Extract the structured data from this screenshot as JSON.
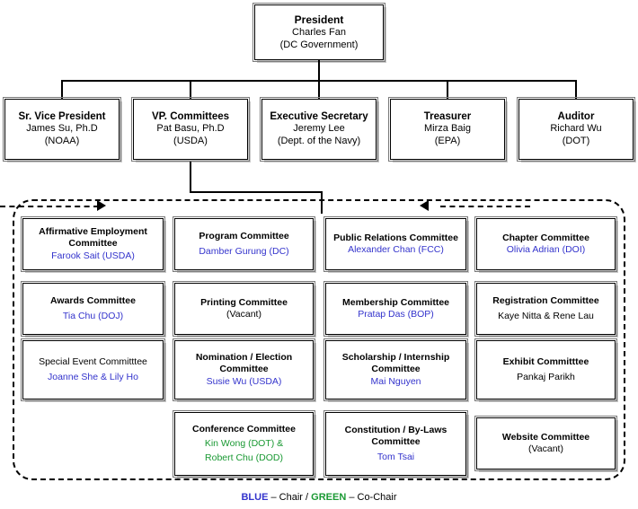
{
  "president": {
    "title": "President",
    "name": "Charles Fan",
    "org": "(DC Government)"
  },
  "officers": [
    {
      "title": "Sr. Vice President",
      "name": "James Su, Ph.D",
      "org": "(NOAA)"
    },
    {
      "title": "VP. Committees",
      "name": "Pat Basu, Ph.D",
      "org": "(USDA)"
    },
    {
      "title": "Executive Secretary",
      "name": "Jeremy Lee",
      "org": "(Dept. of the Navy)"
    },
    {
      "title": "Treasurer",
      "name": "Mirza Baig",
      "org": "(EPA)"
    },
    {
      "title": "Auditor",
      "name": "Richard Wu",
      "org": "(DOT)"
    }
  ],
  "committees": {
    "r1c1": {
      "title_line1": "Affirmative Employment",
      "title_line2": "Committee",
      "person": "Farook Sait (USDA)",
      "role": "chair"
    },
    "r1c2": {
      "title_line1": "Program Committee",
      "title_line2": "",
      "person": "Damber Gurung (DC)",
      "role": "chair"
    },
    "r1c3": {
      "title_line1": "Public Relations Committee",
      "title_line2": "",
      "person": "Alexander Chan (FCC)",
      "role": "chair"
    },
    "r1c4": {
      "title_line1": "Chapter Committee",
      "title_line2": "",
      "person": "Olivia Adrian (DOI)",
      "role": "chair"
    },
    "r2c1": {
      "title_line1": "Awards Committee",
      "title_line2": "",
      "person": "Tia Chu (DOJ)",
      "role": "chair"
    },
    "r2c2": {
      "title_line1": "Printing Committee",
      "title_line2": "",
      "person": "(Vacant)",
      "role": "none"
    },
    "r2c3": {
      "title_line1": "Membership Committee",
      "title_line2": "",
      "person": "Pratap Das (BOP)",
      "role": "chair"
    },
    "r2c4": {
      "title_line1": "Registration Committee",
      "title_line2": "",
      "person": "Kaye Nitta & Rene Lau",
      "role": "none"
    },
    "r3c1": {
      "title_line1": "Special Event Committtee",
      "title_line2": "",
      "person": "Joanne She & Lily Ho",
      "role": "chair"
    },
    "r3c2": {
      "title_line1": "Nomination / Election",
      "title_line2": "Committee",
      "person": "Susie Wu (USDA)",
      "role": "chair"
    },
    "r3c3": {
      "title_line1": "Scholarship / Internship",
      "title_line2": "Committee",
      "person": "Mai Nguyen",
      "role": "chair"
    },
    "r3c4": {
      "title_line1": "Exhibit Committtee",
      "title_line2": "",
      "person": "Pankaj Parikh",
      "role": "none"
    },
    "r4c2": {
      "title_line1": "Conference Committee",
      "title_line2": "",
      "person": "Kin Wong (DOT) &",
      "person2": "Robert Chu (DOD)",
      "role": "cochair"
    },
    "r4c3": {
      "title_line1": "Constitution / By-Laws",
      "title_line2": "Committee",
      "person": "Tom Tsai",
      "role": "chair"
    },
    "r4c4": {
      "title_line1": "Website Committee",
      "title_line2": "",
      "person": "(Vacant)",
      "role": "none"
    }
  },
  "legend": {
    "blue_label": "BLUE",
    "blue_text": " – Chair",
    "separator": "/",
    "green_label": "GREEN",
    "green_text": " – Co-Chair"
  },
  "colors": {
    "chair_blue": "#3333CC",
    "cochair_green": "#1A9933",
    "box_border": "#000000",
    "shadow": "#C9C9C9"
  }
}
